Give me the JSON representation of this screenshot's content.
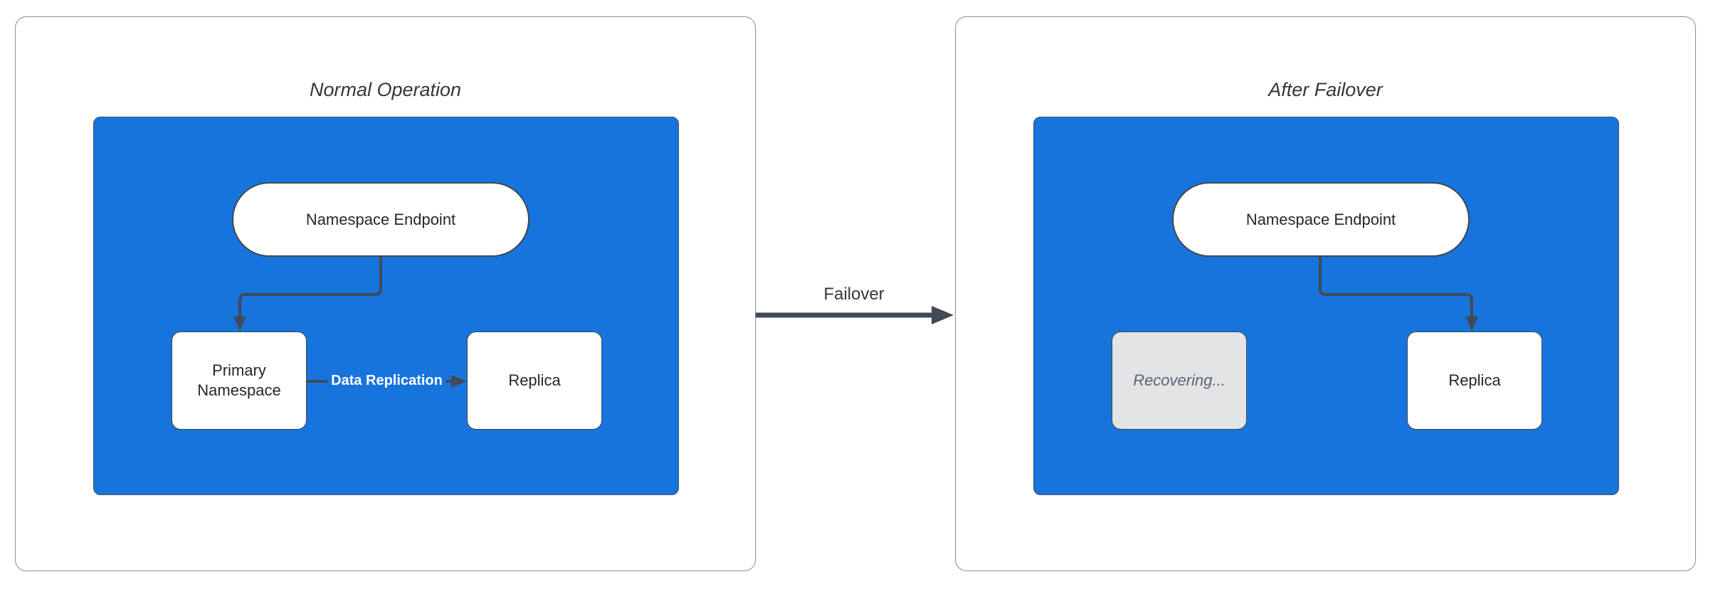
{
  "colors": {
    "blue": "#1774DC",
    "blue_border": "#47505C",
    "connector": "#414A55",
    "panel_border": "#898D93",
    "shape_border": "#3F4750",
    "shape_text": "#24272C",
    "title_text": "#33373C",
    "recovering_bg": "#E2E4E6",
    "recovering_text": "#5C6570",
    "edge_label_text": "#FFFFFF"
  },
  "panels": [
    {
      "title": "Normal Operation",
      "endpoint_label": "Namespace Endpoint",
      "left_node": {
        "label": "Primary Namespace",
        "state": "active"
      },
      "right_node": {
        "label": "Replica",
        "state": "active"
      },
      "edge_label": "Data Replication"
    },
    {
      "title": "After Failover",
      "endpoint_label": "Namespace Endpoint",
      "left_node": {
        "label": "Recovering...",
        "state": "recovering"
      },
      "right_node": {
        "label": "Replica",
        "state": "active"
      }
    }
  ],
  "transition": {
    "label": "Failover"
  }
}
